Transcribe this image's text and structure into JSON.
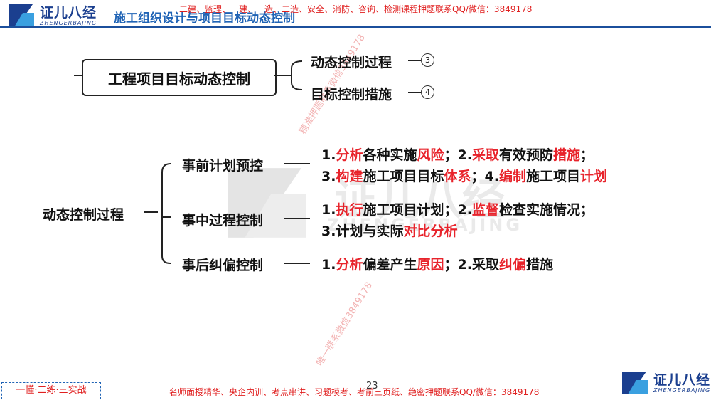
{
  "header": {
    "logo_cn": "证儿八经",
    "logo_en": "ZHENGERBAJING",
    "title": "施工组织设计与项目目标动态控制",
    "ad_text": "二建、监理、一建、一造、二造、安全、消防、咨询、检测课程押题联系QQ/微信：3849178"
  },
  "top_diagram": {
    "root": "工程项目目标动态控制",
    "branches": [
      {
        "label": "动态控制过程",
        "num": "3"
      },
      {
        "label": "目标控制措施",
        "num": "4"
      }
    ]
  },
  "main_diagram": {
    "root": "动态控制过程",
    "stages": [
      {
        "label": "事前计划预控"
      },
      {
        "label": "事中过程控制"
      },
      {
        "label": "事后纠偏控制"
      }
    ],
    "details": {
      "pre_line1": [
        {
          "t": "1.",
          "red": false
        },
        {
          "t": "分析",
          "red": true
        },
        {
          "t": "各种实施",
          "red": false
        },
        {
          "t": "风险",
          "red": true
        },
        {
          "t": "；2.",
          "red": false
        },
        {
          "t": "采取",
          "red": true
        },
        {
          "t": "有效预防",
          "red": false
        },
        {
          "t": "措施",
          "red": true
        },
        {
          "t": "；",
          "red": false
        }
      ],
      "pre_line2": [
        {
          "t": "3.",
          "red": false
        },
        {
          "t": "构建",
          "red": true
        },
        {
          "t": "施工项目目标",
          "red": false
        },
        {
          "t": "体系",
          "red": true
        },
        {
          "t": "；4.",
          "red": false
        },
        {
          "t": "编制",
          "red": true
        },
        {
          "t": "施工项目",
          "red": false
        },
        {
          "t": "计划",
          "red": true
        }
      ],
      "mid_line1": [
        {
          "t": "1.",
          "red": false
        },
        {
          "t": "执行",
          "red": true
        },
        {
          "t": "施工项目计划；2.",
          "red": false
        },
        {
          "t": "监督",
          "red": true
        },
        {
          "t": "检查实施情况；",
          "red": false
        }
      ],
      "mid_line2": [
        {
          "t": "3.计划与实际",
          "red": false
        },
        {
          "t": "对比分析",
          "red": true
        }
      ],
      "post_line1": [
        {
          "t": "1.",
          "red": false
        },
        {
          "t": "分析",
          "red": true
        },
        {
          "t": "偏差产生",
          "red": false
        },
        {
          "t": "原因",
          "red": true
        },
        {
          "t": "；2.采取",
          "red": false
        },
        {
          "t": "纠偏",
          "red": true
        },
        {
          "t": "措施",
          "red": false
        }
      ]
    }
  },
  "watermarks": {
    "w1": "精准押题联系微信3849178",
    "w2": "唯一联系微信3849178",
    "big_en": "ZHENGERBAJING",
    "big_cn": "证儿八经"
  },
  "footer": {
    "slogan": "一懂·二练·三实战",
    "ad_text": "名师面授精华、央企内训、考点串讲、习题模考、考前三页纸、绝密押题联系QQ/微信：3849178",
    "page": "23",
    "logo_cn": "证儿八经",
    "logo_en": "ZHENGERBAJING"
  },
  "colors": {
    "accent_red": "#e8232b",
    "brand_blue": "#1b3f8f",
    "title_blue": "#1f63b5"
  }
}
